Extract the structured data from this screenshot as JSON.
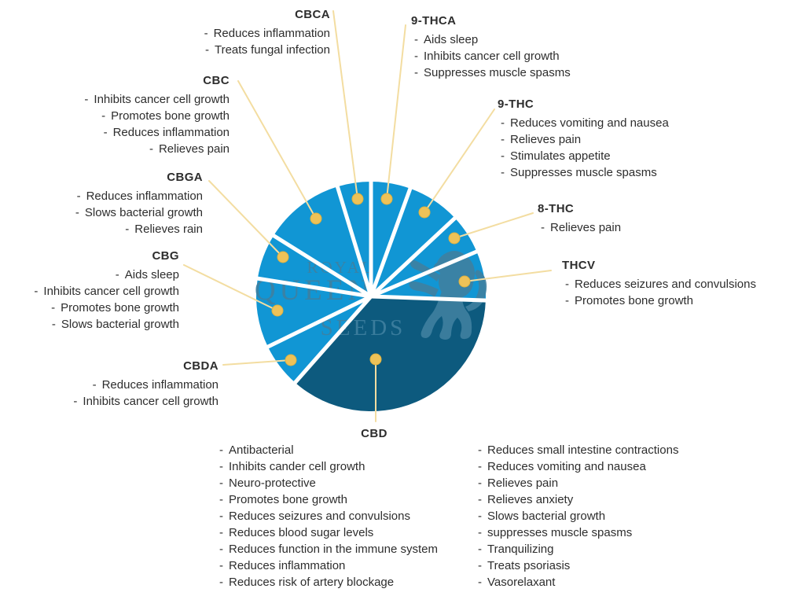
{
  "colors": {
    "light_slice": "#1196d4",
    "dark_slice": "#0d5a7e",
    "divider": "#ffffff",
    "leader_line": "#f3dda1",
    "dot_fill": "#edc258",
    "dot_edge": "#dfb23f",
    "text": "#2d2d2d",
    "watermark": "#3f80a0"
  },
  "watermark": {
    "lines": [
      "ROYAL",
      "QUEEN",
      "SEEDS"
    ]
  },
  "chart_data": {
    "type": "pie",
    "title": "",
    "legend_position": "callout-labels",
    "center": [
      472,
      377
    ],
    "radius": 146,
    "categories": [
      "CBD",
      "THCV",
      "8-THC",
      "9-THC",
      "9-THCA",
      "CBCA",
      "CBC",
      "CBGA",
      "CBG",
      "CBDA"
    ],
    "values_pct": [
      35.9,
      6.9,
      5.6,
      7.5,
      5.6,
      4.7,
      11.4,
      6.4,
      9.7,
      6.3
    ],
    "slices": [
      {
        "label": "CBD",
        "start_deg": -131.4,
        "end_deg": -2,
        "share_pct": 35.9,
        "color": "dark",
        "dot": [
          478,
          457
        ],
        "line_end": [
          478,
          536
        ]
      },
      {
        "label": "THCV",
        "start_deg": -2,
        "end_deg": 23,
        "share_pct": 6.9,
        "color": "light",
        "dot": [
          591,
          358
        ],
        "line_end": [
          701,
          344
        ]
      },
      {
        "label": "8-THC",
        "start_deg": 23,
        "end_deg": 43,
        "share_pct": 5.6,
        "color": "light",
        "dot": [
          578,
          303
        ],
        "line_end": [
          678,
          271
        ]
      },
      {
        "label": "9-THC",
        "start_deg": 43,
        "end_deg": 70,
        "share_pct": 7.5,
        "color": "light",
        "dot": [
          540,
          270
        ],
        "line_end": [
          629,
          139
        ]
      },
      {
        "label": "9-THCA",
        "start_deg": 70,
        "end_deg": 90,
        "share_pct": 5.6,
        "color": "light",
        "dot": [
          492,
          253
        ],
        "line_end": [
          516,
          32
        ]
      },
      {
        "label": "CBCA",
        "start_deg": 90,
        "end_deg": 107,
        "share_pct": 4.7,
        "color": "light",
        "dot": [
          455,
          253
        ],
        "line_end": [
          424,
          14
        ]
      },
      {
        "label": "CBC",
        "start_deg": 107,
        "end_deg": 148,
        "share_pct": 11.4,
        "color": "light",
        "dot": [
          402,
          278
        ],
        "line_end": [
          303,
          103
        ]
      },
      {
        "label": "CBGA",
        "start_deg": 148,
        "end_deg": 171,
        "share_pct": 6.4,
        "color": "light",
        "dot": [
          360,
          327
        ],
        "line_end": [
          266,
          230
        ]
      },
      {
        "label": "CBG",
        "start_deg": 171,
        "end_deg": 206,
        "share_pct": 9.7,
        "color": "light",
        "dot": [
          353,
          395
        ],
        "line_end": [
          234,
          337
        ]
      },
      {
        "label": "CBDA",
        "start_deg": 206,
        "end_deg": 228.6,
        "share_pct": 6.3,
        "color": "light",
        "dot": [
          370,
          458
        ],
        "line_end": [
          284,
          464
        ]
      }
    ]
  },
  "cannabinoids": [
    {
      "name": "CBCA",
      "effects": [
        "Reduces inflammation",
        "Treats fungal infection"
      ]
    },
    {
      "name": "9-THCA",
      "effects": [
        "Aids sleep",
        "Inhibits cancer cell growth",
        "Suppresses muscle spasms"
      ]
    },
    {
      "name": "CBC",
      "effects": [
        "Inhibits cancer cell growth",
        "Promotes bone growth",
        "Reduces inflammation",
        "Relieves pain"
      ]
    },
    {
      "name": "9-THC",
      "effects": [
        "Reduces vomiting and nausea",
        "Relieves pain",
        "Stimulates appetite",
        "Suppresses muscle spasms"
      ]
    },
    {
      "name": "CBGA",
      "effects": [
        "Reduces inflammation",
        "Slows bacterial growth",
        "Relieves rain"
      ]
    },
    {
      "name": "8-THC",
      "effects": [
        "Relieves pain"
      ]
    },
    {
      "name": "CBG",
      "effects": [
        "Aids sleep",
        "Inhibits cancer cell growth",
        "Promotes bone growth",
        "Slows bacterial growth"
      ]
    },
    {
      "name": "THCV",
      "effects": [
        "Reduces seizures and convulsions",
        "Promotes bone growth"
      ]
    },
    {
      "name": "CBDA",
      "effects": [
        "Reduces inflammation",
        "Inhibits cancer cell growth"
      ]
    },
    {
      "name": "CBD",
      "effects_col1": [
        "Antibacterial",
        "Inhibits cander cell growth",
        "Neuro-protective",
        "Promotes bone growth",
        "Reduces seizures and convulsions",
        "Reduces blood sugar levels",
        "Reduces function in the immune system",
        "Reduces inflammation",
        "Reduces risk of artery blockage"
      ],
      "effects_col2": [
        "Reduces small intestine contractions",
        "Reduces vomiting and nausea",
        "Relieves pain",
        "Relieves anxiety",
        "Slows bacterial growth",
        "suppresses muscle spasms",
        "Tranquilizing",
        "Treats psoriasis",
        "Vasorelaxant"
      ]
    }
  ]
}
